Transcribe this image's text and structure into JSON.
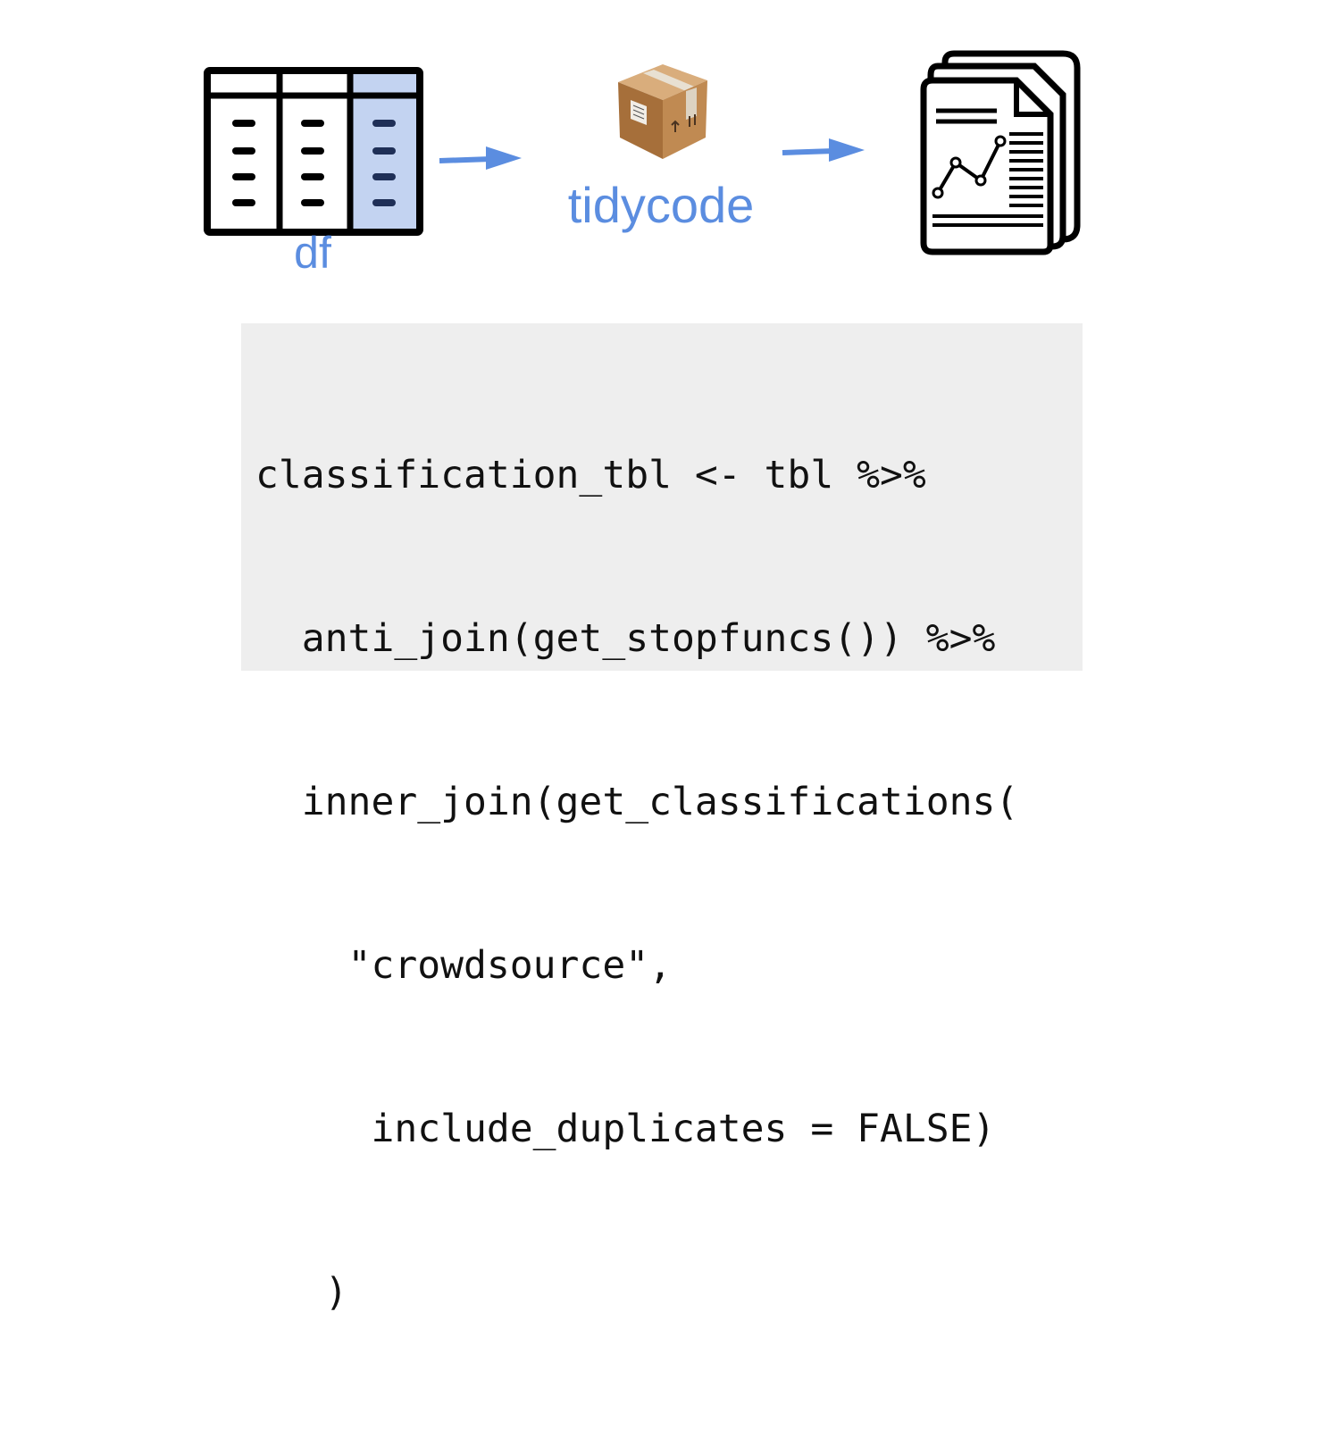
{
  "diagram": {
    "input_label": "df",
    "package_label": "tidycode",
    "icons": {
      "input": "table-icon",
      "package": "package-box-icon",
      "output": "report-documents-icon",
      "flow": "arrow-right-icon"
    },
    "colors": {
      "accent": "#5b8de0",
      "highlight_column": "#c3d3f1",
      "code_background": "#eeeeee"
    }
  },
  "code": {
    "lines": [
      "classification_tbl <- tbl %>%",
      "  anti_join(get_stopfuncs()) %>%",
      "  inner_join(get_classifications(",
      "    \"crowdsource\",",
      "     include_duplicates = FALSE)",
      "   )"
    ]
  }
}
